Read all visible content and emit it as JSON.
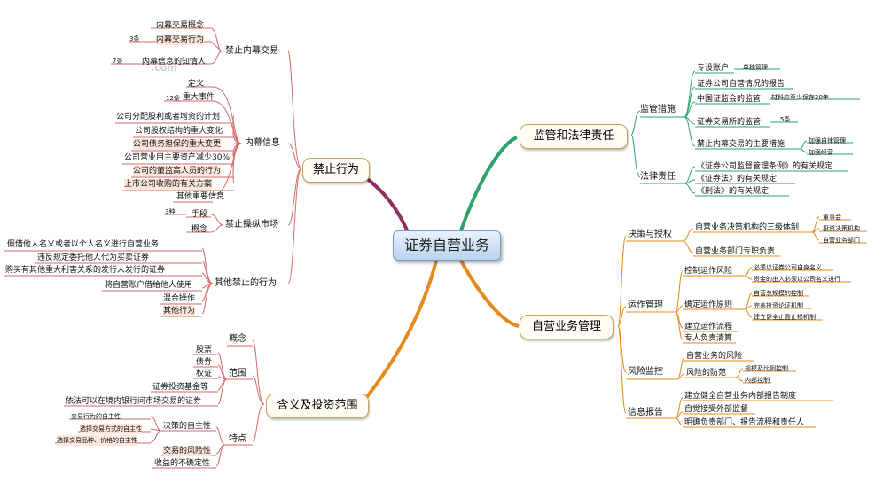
{
  "center": "证券自营业务",
  "watermark": ".com",
  "branches": {
    "prohibit": {
      "title": "禁止行为",
      "insider": {
        "title": "禁止内幕交易",
        "items": [
          "内幕交易概念",
          "内幕交易行为",
          "内幕信息的知情人"
        ],
        "tags": [
          "3条",
          "7条"
        ]
      },
      "info": {
        "title": "内幕信息",
        "items": [
          "定义",
          "重大事件",
          "公司分配股利或者增资的计划",
          "公司股权结构的重大变化",
          "公司债务担保的重大变更",
          "公司营业用主要资产减少30%",
          "公司的董监高人员的行为",
          "上市公司收购的有关方案",
          "其他重要信息"
        ],
        "tags": [
          "12条"
        ]
      },
      "manip": {
        "title": "禁止操纵市场",
        "items": [
          "手段",
          "概念"
        ],
        "tags": [
          "3种"
        ]
      },
      "other": {
        "title": "其他禁止的行为",
        "items": [
          "假借他人名义或者以个人名义进行自营业务",
          "违反规定委托他人代为买卖证券",
          "购买有其他重大利害关系的发行人发行的证券",
          "将自营账户借给他人使用",
          "混合操作",
          "其他行为"
        ]
      }
    },
    "scope": {
      "title": "含义及投资范围",
      "concept": "概念",
      "range": {
        "title": "范围",
        "items": [
          "股票",
          "债券",
          "权证",
          "证券投资基金等",
          "依法可以在境内银行间市场交易的证券"
        ]
      },
      "feature": {
        "title": "特点",
        "sub_title": "决策的自主性",
        "sub_items": [
          "交易行为的自主性",
          "选择交易方式的自主性",
          "选择交易品种、价格的自主性"
        ],
        "items": [
          "交易的风险性",
          "收益的不确定性"
        ]
      }
    },
    "supervision": {
      "title": "监管和法律责任",
      "measures": {
        "title": "监管措施",
        "items": [
          "专设账户",
          "证券公司自营情况的报告",
          "中国证监会的监管",
          "证券交易所的监管",
          "禁止内幕交易的主要措施"
        ],
        "tags": [
          "单独管理",
          "材料应至少保存20年",
          "5条",
          "加强自律管理",
          "加强经营"
        ]
      },
      "legal": {
        "title": "法律责任",
        "items": [
          "《证券公司监督管理条例》的有关规定",
          "《证券法》的有关规定",
          "《刑法》的有关规定"
        ]
      }
    },
    "management": {
      "title": "自营业务管理",
      "decision": {
        "title": "决策与授权",
        "items": [
          "自营业务决策机构的三级体制",
          "自营业务部门专职负责"
        ],
        "tags": [
          "董事会",
          "投资决策机构",
          "自营业务部门"
        ]
      },
      "ops": {
        "title": "运作管理",
        "items": [
          "控制运作风险",
          "确定运作原则",
          "建立运作流程",
          "专人负责清算"
        ],
        "tags": [
          "必须以证券公司自身名义",
          "资金的出入必须以公司名义进行",
          "自营总规模的控制",
          "完善投资论证机制",
          "建立健全止盈止损机制"
        ]
      },
      "risk": {
        "title": "风险监控",
        "items": [
          "自营业务的风险",
          "风险的防范"
        ],
        "tags": [
          "规模及比例控制",
          "内部控制"
        ]
      },
      "report": {
        "title": "信息报告",
        "items": [
          "建立健全自营业务内部报告制度",
          "自觉接受外部监督",
          "明确负责部门、报告流程和责任人"
        ]
      }
    }
  }
}
